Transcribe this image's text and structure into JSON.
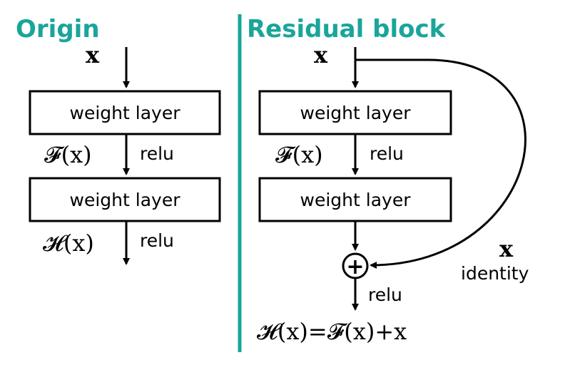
{
  "colors": {
    "accent": "#1aa59a",
    "ink": "#000000"
  },
  "origin": {
    "title": "Origin",
    "input": "x",
    "layer1": "weight layer",
    "mid_label": "𝓕(x)",
    "mid_act": "relu",
    "layer2": "weight layer",
    "out_label": "𝓗(x)",
    "out_act": "relu"
  },
  "residual": {
    "title": "Residual block",
    "input": "x",
    "layer1": "weight layer",
    "mid_label": "𝓕(x)",
    "mid_act": "relu",
    "layer2": "weight layer",
    "add_symbol": "+",
    "skip_var": "x",
    "skip_label": "identity",
    "out_act": "relu",
    "output_formula": "𝓗(x)=𝓕(x)+x"
  }
}
